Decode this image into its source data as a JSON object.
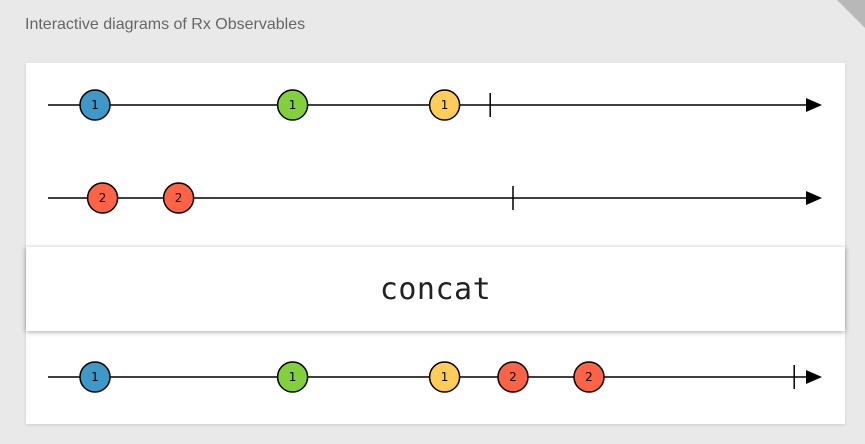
{
  "header": {
    "subtitle": "Interactive diagrams of Rx Observables"
  },
  "operator": {
    "label": "concat"
  },
  "colors": {
    "blue": "#3e99c9",
    "green": "#82d13c",
    "yellow": "#ffcc55",
    "red": "#ff6346",
    "line": "#000000"
  },
  "inputs": [
    {
      "name": "first-stream",
      "marbles": [
        {
          "label": "1",
          "color": "blue",
          "time": 5
        },
        {
          "label": "1",
          "color": "green",
          "time": 31
        },
        {
          "label": "1",
          "color": "yellow",
          "time": 51
        }
      ],
      "complete": 57
    },
    {
      "name": "second-stream",
      "marbles": [
        {
          "label": "2",
          "color": "red",
          "time": 6
        },
        {
          "label": "2",
          "color": "red",
          "time": 16
        }
      ],
      "complete": 60
    }
  ],
  "output": {
    "name": "result-stream",
    "marbles": [
      {
        "label": "1",
        "color": "blue",
        "time": 5
      },
      {
        "label": "1",
        "color": "green",
        "time": 31
      },
      {
        "label": "1",
        "color": "yellow",
        "time": 51
      },
      {
        "label": "2",
        "color": "red",
        "time": 60
      },
      {
        "label": "2",
        "color": "red",
        "time": 70
      }
    ],
    "complete": 97
  }
}
